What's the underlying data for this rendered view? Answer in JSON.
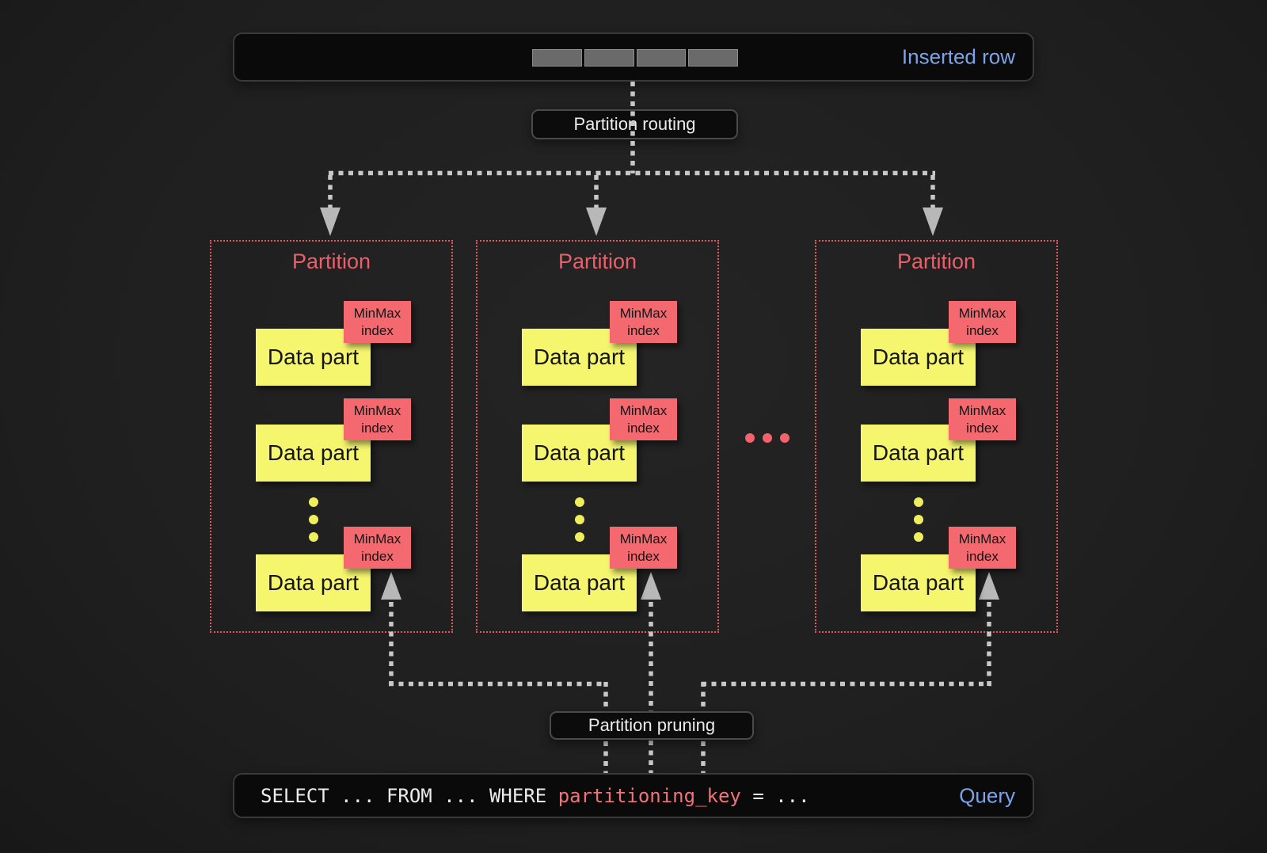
{
  "page": {
    "background": "#1f1f1f"
  },
  "inserted_row": {
    "label": "Inserted row",
    "segment_count": 4
  },
  "flow_labels": {
    "routing": "Partition routing",
    "pruning": "Partition pruning"
  },
  "partitions": [
    {
      "title": "Partition",
      "parts": [
        {
          "label": "Data part",
          "tag": [
            "MinMax",
            "index"
          ]
        },
        {
          "label": "Data part",
          "tag": [
            "MinMax",
            "index"
          ]
        },
        {
          "label": "Data part",
          "tag": [
            "MinMax",
            "index"
          ]
        }
      ]
    },
    {
      "title": "Partition",
      "parts": [
        {
          "label": "Data part",
          "tag": [
            "MinMax",
            "index"
          ]
        },
        {
          "label": "Data part",
          "tag": [
            "MinMax",
            "index"
          ]
        },
        {
          "label": "Data part",
          "tag": [
            "MinMax",
            "index"
          ]
        }
      ]
    },
    {
      "title": "Partition",
      "parts": [
        {
          "label": "Data part",
          "tag": [
            "MinMax",
            "index"
          ]
        },
        {
          "label": "Data part",
          "tag": [
            "MinMax",
            "index"
          ]
        },
        {
          "label": "Data part",
          "tag": [
            "MinMax",
            "index"
          ]
        }
      ]
    }
  ],
  "query": {
    "code_before": "SELECT ... FROM ... WHERE ",
    "code_key": "partitioning_key",
    "code_after": " = ...",
    "label": "Query"
  },
  "colors": {
    "accent_blue": "#7ba3ea",
    "partition_red": "#ee5d68",
    "minmax_red": "#f4686f",
    "part_yellow": "#f5f56e",
    "arrow_gray": "#c8c8c8",
    "bar_gray": "#6a6a6a",
    "query_key_red": "#f2727a"
  }
}
